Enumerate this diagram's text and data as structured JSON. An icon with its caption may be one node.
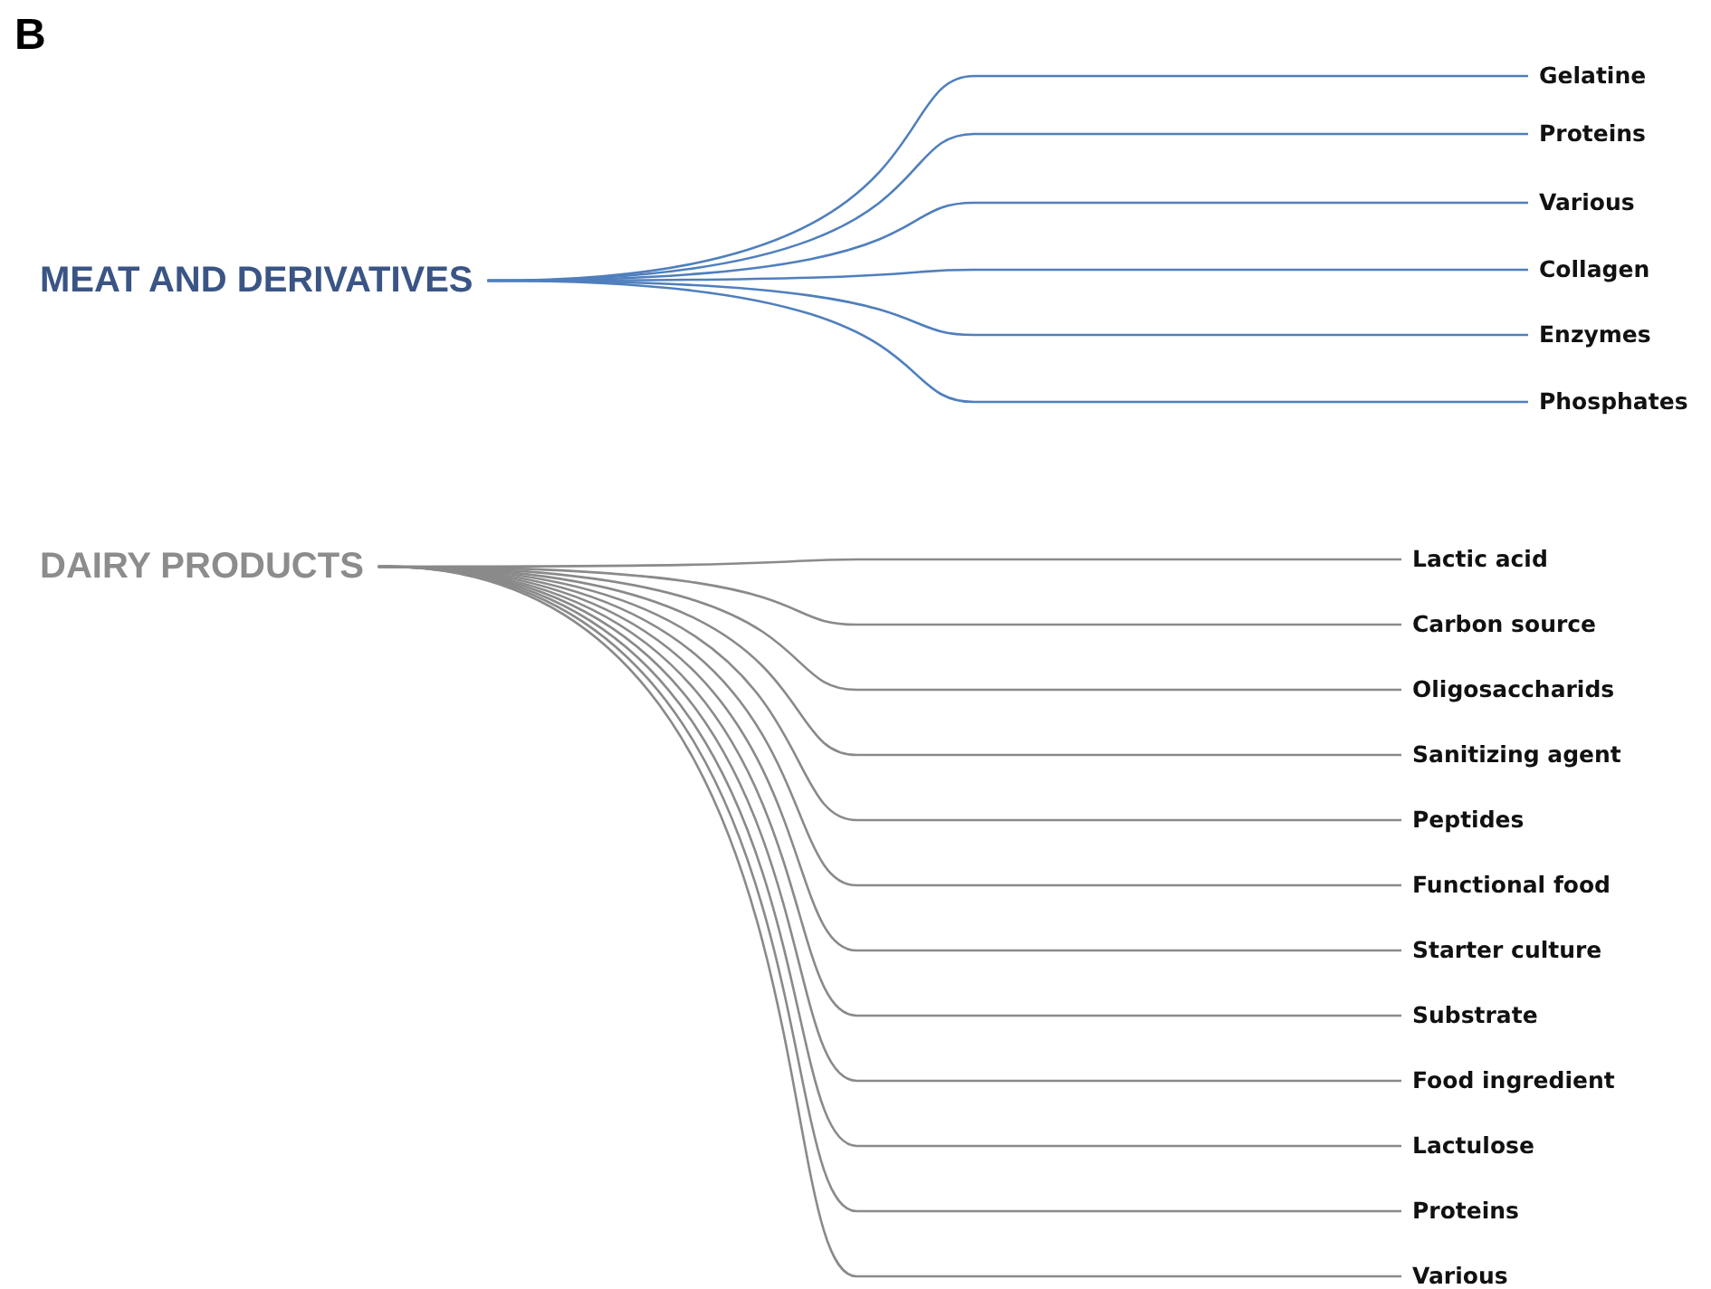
{
  "diagram": {
    "nodes": [
      {
        "text": [
          "MEAT AND DERIVATIVES"
        ]
      },
      {
        "text": [
          "Gelatine"
        ]
      },
      {
        "text": [
          "Proteins"
        ]
      },
      {
        "text": [
          "Various"
        ]
      },
      {
        "text": [
          "Collagen"
        ]
      },
      {
        "text": [
          "Enzymes"
        ]
      },
      {
        "text": [
          "Phosphates"
        ]
      },
      {
        "text": [
          "DAIRY PRODUCTS"
        ]
      },
      {
        "text": [
          "Lactic acid"
        ]
      },
      {
        "text": [
          "Carbon source"
        ]
      },
      {
        "text": [
          "Oligosaccharids"
        ]
      },
      {
        "text": [
          "Sanitizing agent"
        ]
      },
      {
        "text": [
          "Peptides"
        ]
      },
      {
        "text": [
          "Functional food"
        ]
      },
      {
        "text": [
          "Starter culture"
        ]
      },
      {
        "text": [
          "Substrate"
        ]
      },
      {
        "text": [
          "Food ingredient"
        ]
      },
      {
        "text": [
          "Lactulose"
        ]
      },
      {
        "text": [
          "Proteins"
        ]
      },
      {
        "text": [
          "Various"
        ]
      }
    ],
    "edges": [
      {
        "from": 0,
        "to": 1,
        "arrow": "none",
        "color": "#4f7fbd"
      },
      {
        "from": 0,
        "to": 2,
        "arrow": "none",
        "color": "#4f7fbd"
      },
      {
        "from": 0,
        "to": 3,
        "arrow": "none",
        "color": "#4f7fbd"
      },
      {
        "from": 0,
        "to": 4,
        "arrow": "none",
        "color": "#4f7fbd"
      },
      {
        "from": 0,
        "to": 5,
        "arrow": "none",
        "color": "#4f7fbd"
      },
      {
        "from": 0,
        "to": 6,
        "arrow": "none",
        "color": "#4f7fbd"
      },
      {
        "from": 7,
        "to": 8,
        "arrow": "none"
      },
      {
        "from": 7,
        "to": 9,
        "arrow": "none"
      },
      {
        "from": 7,
        "to": 10,
        "arrow": "none"
      },
      {
        "from": 7,
        "to": 11,
        "arrow": "none"
      },
      {
        "from": 7,
        "to": 12,
        "arrow": "none"
      },
      {
        "from": 7,
        "to": 13,
        "arrow": "none"
      },
      {
        "from": 7,
        "to": 14,
        "arrow": "none"
      },
      {
        "from": 7,
        "to": 15,
        "arrow": "none"
      },
      {
        "from": 7,
        "to": 16,
        "arrow": "none"
      },
      {
        "from": 7,
        "to": 17,
        "arrow": "none"
      },
      {
        "from": 7,
        "to": 18,
        "arrow": "none"
      },
      {
        "from": 7,
        "to": 19,
        "arrow": "none"
      }
    ],
    "labels": [
      "B"
    ]
  }
}
